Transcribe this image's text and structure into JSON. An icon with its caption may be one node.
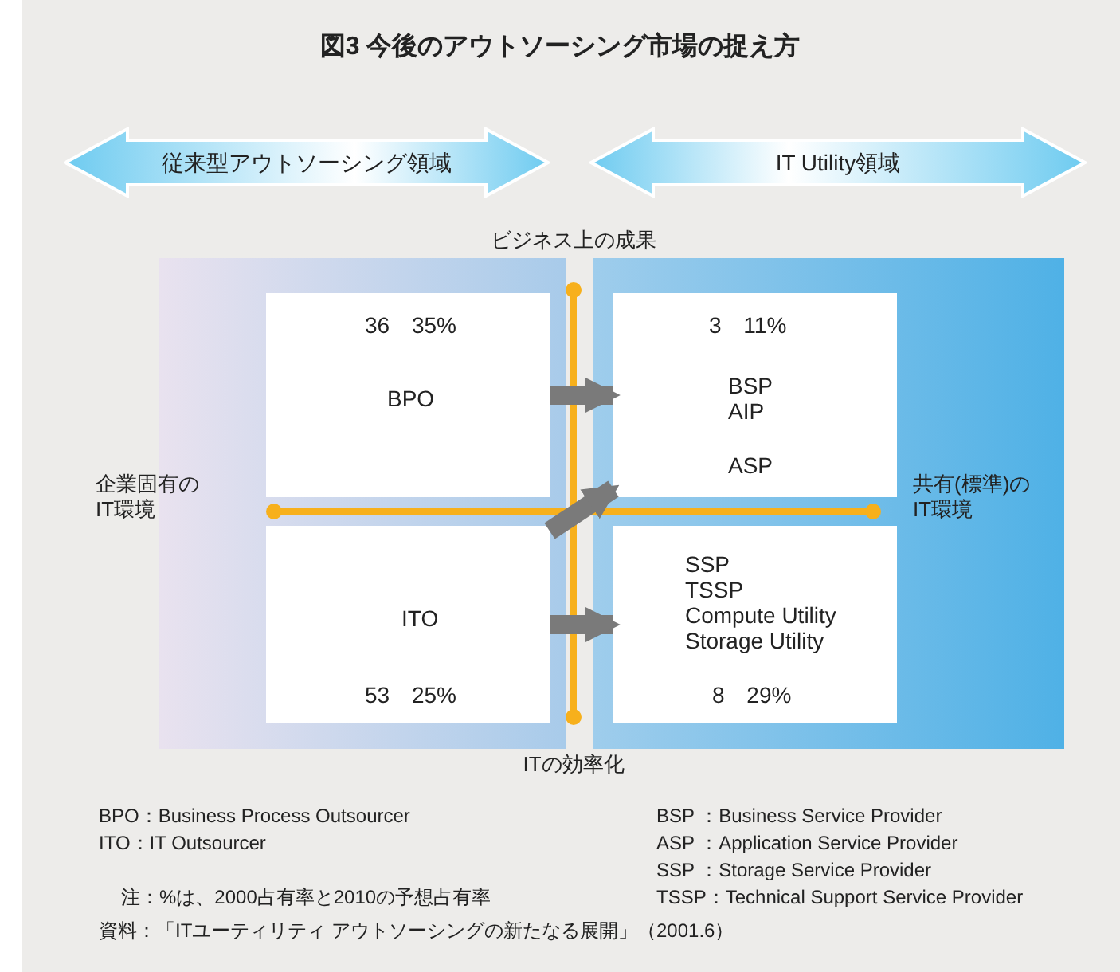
{
  "diagram": {
    "title": "図3 今後のアウトソーシング市場の捉え方",
    "nodes": [
      {
        "text": [
          "従来型アウトソーシング領域"
        ]
      },
      {
        "text": [
          "IT Utility領域"
        ]
      },
      {
        "text": [
          "36 35%",
          "BPO"
        ]
      },
      {
        "text": [
          "3 11%",
          "BSP",
          "AIP",
          "ASP"
        ]
      },
      {
        "text": [
          "ITO",
          "53 25%"
        ]
      },
      {
        "text": [
          "SSP",
          "TSSP",
          "Compute Utility",
          "Storage Utility",
          "8 29%"
        ]
      }
    ],
    "edges": [
      {
        "from": 2,
        "to": 3,
        "arrow": "to"
      },
      {
        "from": 4,
        "to": 3,
        "arrow": "to"
      },
      {
        "from": 4,
        "to": 5,
        "arrow": "to"
      }
    ],
    "labels": [
      "ビジネス上の成果",
      "企業固有のIT環境",
      "共有(標準)のIT環境",
      "ITの効率化",
      "BPO：Business Process Outsourcer",
      "BSP ：Business Service Provider",
      "ITO：IT Outsourcer",
      "ASP ：Application Service Provider",
      "SSP ：Storage Service Provider",
      "注：%は、2000占有率と2010の予想占有率",
      "TSSP：Technical Support Service Provider"
    ],
    "caption": "資料：「ITユーティリティ アウトソーシングの新たなる展開」（2001.6）"
  }
}
